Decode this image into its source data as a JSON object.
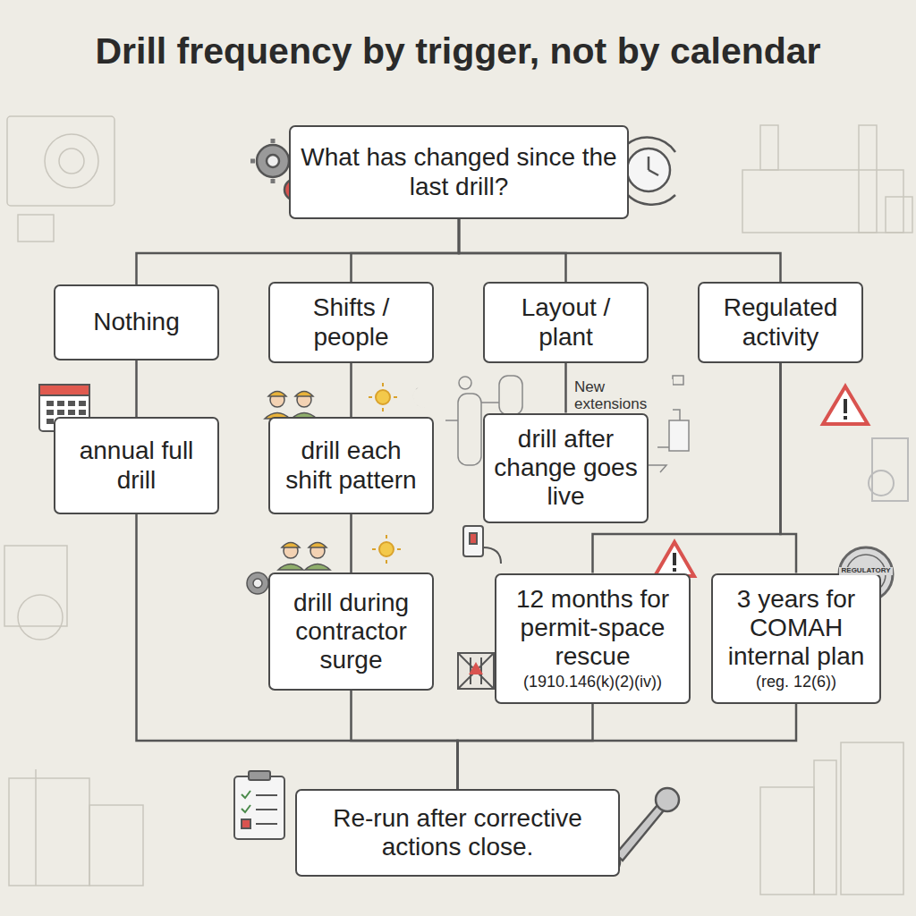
{
  "diagram": {
    "title": "Drill frequency by trigger, not by calendar",
    "nodes": [
      {
        "text": [
          "What has changed since the last drill?"
        ]
      },
      {
        "text": [
          "Nothing"
        ]
      },
      {
        "text": [
          "Shifts / people"
        ]
      },
      {
        "text": [
          "Layout / plant"
        ]
      },
      {
        "text": [
          "Regulated activity"
        ]
      },
      {
        "text": [
          "annual full drill"
        ]
      },
      {
        "text": [
          "drill each shift pattern"
        ]
      },
      {
        "text": [
          "drill after change goes live"
        ]
      },
      {
        "text": [
          "drill during contractor surge"
        ]
      },
      {
        "text": [
          "12 months for permit-space rescue",
          "(1910.146(k)(2)(iv))"
        ]
      },
      {
        "text": [
          "3 years for COMAH internal plan",
          "(reg. 12(6))"
        ]
      },
      {
        "text": [
          "Re-run after corrective actions close."
        ]
      }
    ],
    "edges": [
      {
        "from": 0,
        "to": 1,
        "arrow": "none"
      },
      {
        "from": 0,
        "to": 2,
        "arrow": "none"
      },
      {
        "from": 0,
        "to": 3,
        "arrow": "none"
      },
      {
        "from": 0,
        "to": 4,
        "arrow": "none"
      },
      {
        "from": 1,
        "to": 5,
        "arrow": "none"
      },
      {
        "from": 2,
        "to": 6,
        "arrow": "none"
      },
      {
        "from": 6,
        "to": 8,
        "arrow": "none"
      },
      {
        "from": 3,
        "to": 7,
        "arrow": "none"
      },
      {
        "from": 4,
        "to": 9,
        "arrow": "none"
      },
      {
        "from": 4,
        "to": 10,
        "arrow": "none"
      },
      {
        "from": 5,
        "to": 11,
        "arrow": "none"
      },
      {
        "from": 8,
        "to": 11,
        "arrow": "none"
      },
      {
        "from": 9,
        "to": 11,
        "arrow": "none"
      },
      {
        "from": 10,
        "to": 11,
        "arrow": "none"
      }
    ],
    "labels": [
      "New extensions",
      "REGULATORY"
    ]
  }
}
